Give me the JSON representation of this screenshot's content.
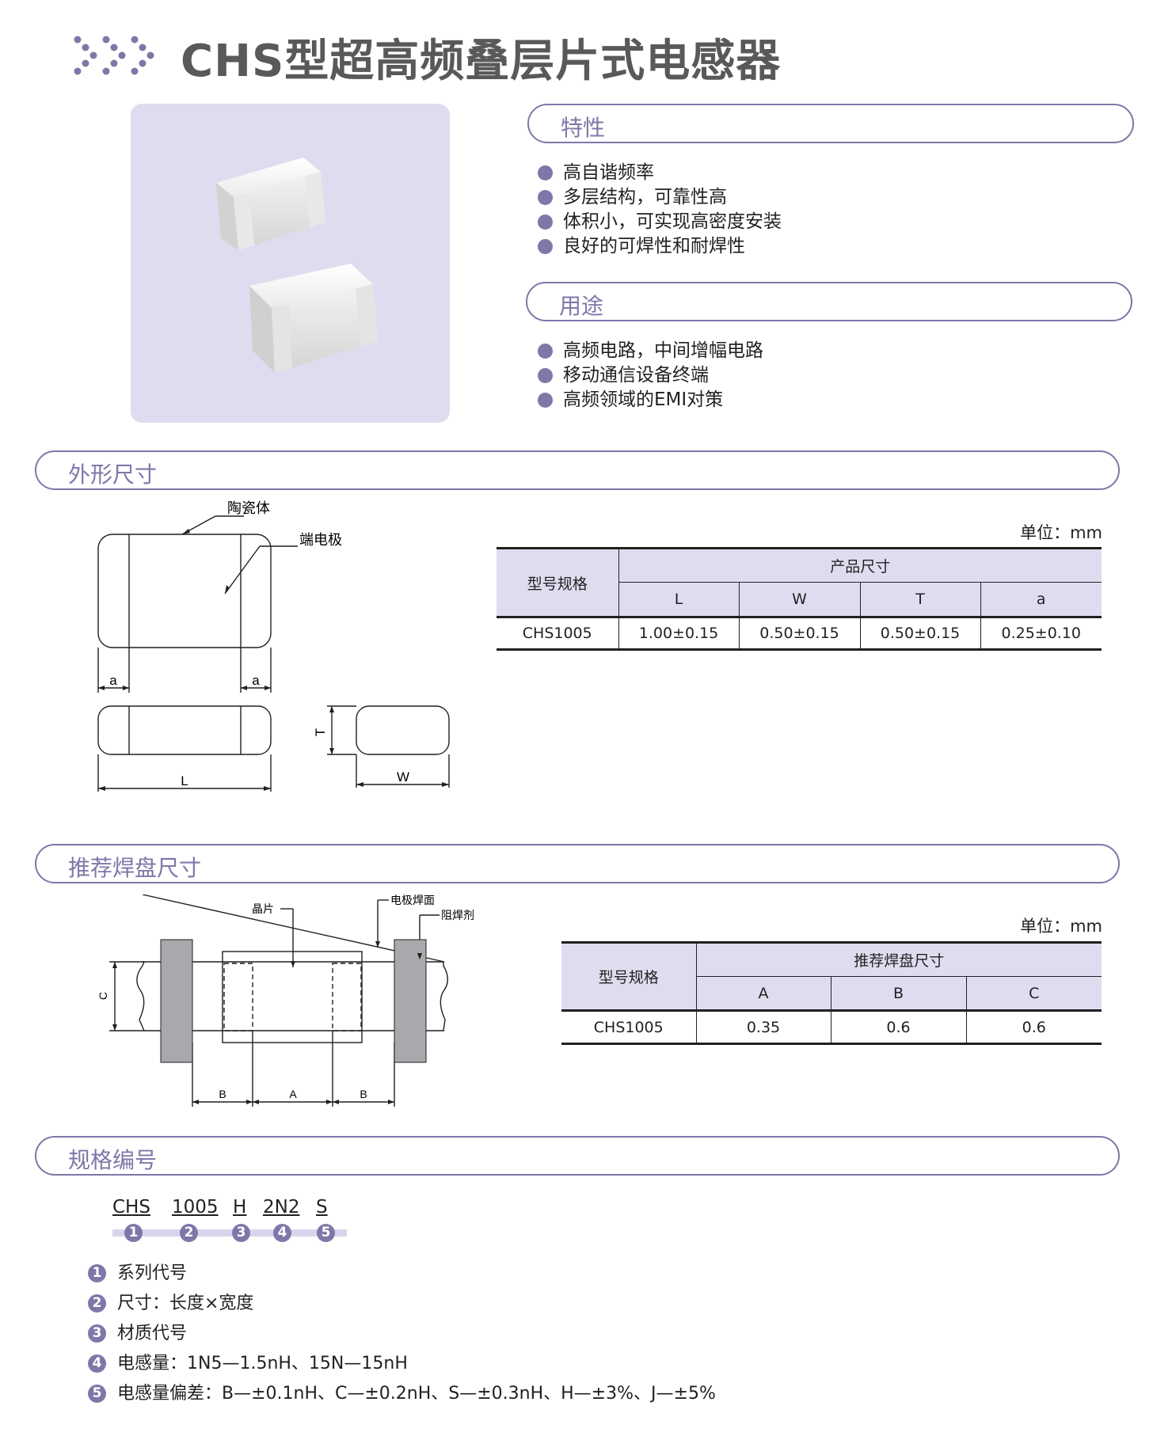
{
  "header": {
    "title": "CHS型超高频叠层片式电感器"
  },
  "features": {
    "heading": "特性",
    "items": [
      "高自谐频率",
      "多层结构，可靠性高",
      "体积小，可实现高密度安装",
      "良好的可焊性和耐焊性"
    ]
  },
  "applications": {
    "heading": "用途",
    "items": [
      "高频电路，中间增幅电路",
      "移动通信设备终端",
      "高频领域的EMI对策"
    ]
  },
  "dimensions": {
    "heading": "外形尺寸",
    "drawing_labels": {
      "ceramic": "陶瓷体",
      "electrode": "端电极",
      "a": "a",
      "L": "L",
      "T": "T",
      "W": "W"
    },
    "unit": "单位：mm",
    "table": {
      "col_model": "型号规格",
      "col_group": "产品尺寸",
      "sub_cols": [
        "L",
        "W",
        "T",
        "a"
      ],
      "rows": [
        {
          "model": "CHS1005",
          "values": [
            "1.00±0.15",
            "0.50±0.15",
            "0.50±0.15",
            "0.25±0.10"
          ]
        }
      ]
    }
  },
  "pads": {
    "heading": "推荐焊盘尺寸",
    "drawing_labels": {
      "chip": "晶片",
      "electrode_face": "电极焊面",
      "solder_resist": "阻焊剂",
      "A": "A",
      "B": "B",
      "C": "C"
    },
    "unit": "单位：mm",
    "table": {
      "col_model": "型号规格",
      "col_group": "推荐焊盘尺寸",
      "sub_cols": [
        "A",
        "B",
        "C"
      ],
      "rows": [
        {
          "model": "CHS1005",
          "values": [
            "0.35",
            "0.6",
            "0.6"
          ]
        }
      ]
    }
  },
  "part_number": {
    "heading": "规格编号",
    "segments": [
      "CHS",
      "1005",
      "H",
      "2N2",
      "S"
    ],
    "markers": [
      "1",
      "2",
      "3",
      "4",
      "5"
    ],
    "legend": [
      "系列代号",
      "尺寸：长度×宽度",
      "材质代号",
      "电感量：1N5—1.5nH、15N—15nH",
      "电感量偏差：B—±0.1nH、C—±0.2nH、S—±0.3nH、H—±3%、J—±5%"
    ]
  },
  "colors": {
    "accent": "#7d78a8",
    "accent_light": "#e0dcf0",
    "title_gray": "#58595b"
  }
}
